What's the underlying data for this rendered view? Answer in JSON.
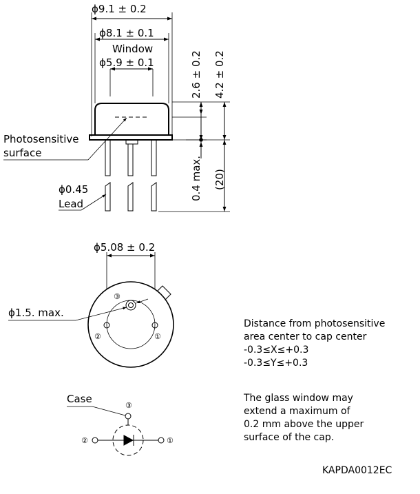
{
  "side_view": {
    "dims": {
      "outer_diameter": "ϕ9.1 ± 0.2",
      "cap_diameter": "ϕ8.1 ± 0.1",
      "window_label": "Window",
      "window_diameter": "ϕ5.9 ± 0.1",
      "window_height": "2.6 ± 0.2",
      "total_height": "4.2 ± 0.2",
      "surface_offset": "0.4 max.",
      "lead_length": "(20)"
    },
    "labels": {
      "photosensitive_line1": "Photosensitive",
      "photosensitive_line2": "surface",
      "lead_diameter": "ϕ0.45",
      "lead": "Lead"
    }
  },
  "bottom_view": {
    "pin_circle": "ϕ5.08 ± 0.2",
    "case_pin_diameter": "ϕ1.5. max.",
    "pins": {
      "p1": "①",
      "p2": "②",
      "p3": "③"
    }
  },
  "schematic": {
    "case_label": "Case",
    "pins": {
      "p1": "①",
      "p2": "②",
      "p3": "③"
    }
  },
  "notes": {
    "distance_title_1": "Distance from photosensitive",
    "distance_title_2": "area center to cap center",
    "tolerance_x": "-0.3≤X≤+0.3",
    "tolerance_y": "-0.3≤Y≤+0.3",
    "glass_1": "The glass window may",
    "glass_2": "extend a maximum of",
    "glass_3": "0.2 mm above the upper",
    "glass_4": "surface of the cap."
  },
  "drawing_code": "KAPDA0012EC"
}
